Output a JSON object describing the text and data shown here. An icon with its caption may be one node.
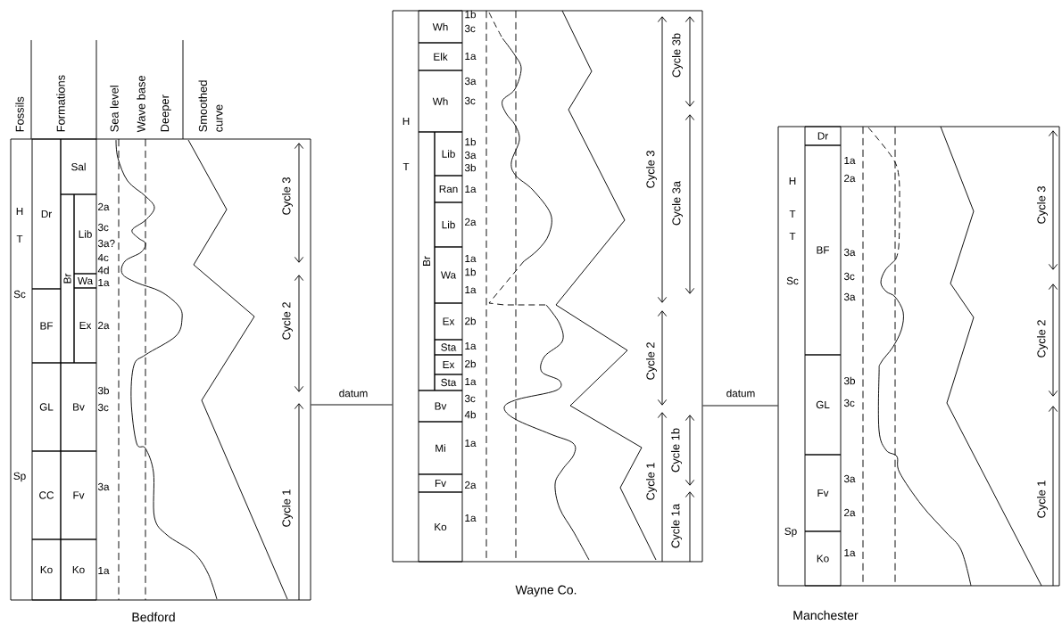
{
  "diagram": {
    "nodes": [
      {
        "text": [
          "Bedford"
        ]
      },
      {
        "text": [
          "Dr"
        ],
        "in": 0
      },
      {
        "text": [
          "Sal"
        ],
        "in": 0
      },
      {
        "text": [
          "Br"
        ],
        "in": 0
      },
      {
        "text": [
          "Lib"
        ],
        "in": 0
      },
      {
        "text": [
          "Wa"
        ],
        "in": 0
      },
      {
        "text": [
          "Ex"
        ],
        "in": 0
      },
      {
        "text": [
          "BF"
        ],
        "in": 0
      },
      {
        "text": [
          "GL"
        ],
        "in": 0
      },
      {
        "text": [
          "Bv"
        ],
        "in": 0
      },
      {
        "text": [
          "CC"
        ],
        "in": 0
      },
      {
        "text": [
          "Fv"
        ],
        "in": 0
      },
      {
        "text": [
          "Ko"
        ],
        "in": 0
      },
      {
        "text": [
          "Ko"
        ],
        "in": 0
      },
      {
        "text": [
          "Wayne Co."
        ]
      },
      {
        "text": [
          "Wh"
        ],
        "in": 14
      },
      {
        "text": [
          "Elk"
        ],
        "in": 14
      },
      {
        "text": [
          "Wh"
        ],
        "in": 14
      },
      {
        "text": [
          "Br"
        ],
        "in": 14
      },
      {
        "text": [
          "Lib"
        ],
        "in": 14
      },
      {
        "text": [
          "Ran"
        ],
        "in": 14
      },
      {
        "text": [
          "Lib"
        ],
        "in": 14
      },
      {
        "text": [
          "Wa"
        ],
        "in": 14
      },
      {
        "text": [
          "Ex"
        ],
        "in": 14
      },
      {
        "text": [
          "Sta"
        ],
        "in": 14
      },
      {
        "text": [
          "Ex"
        ],
        "in": 14
      },
      {
        "text": [
          "Sta"
        ],
        "in": 14
      },
      {
        "text": [
          "Bv"
        ],
        "in": 14
      },
      {
        "text": [
          "Mi"
        ],
        "in": 14
      },
      {
        "text": [
          "Fv"
        ],
        "in": 14
      },
      {
        "text": [
          "Ko"
        ],
        "in": 14
      },
      {
        "text": [
          "Manchester"
        ]
      },
      {
        "text": [
          "Dr"
        ],
        "in": 31
      },
      {
        "text": [
          "BF"
        ],
        "in": 31
      },
      {
        "text": [
          "GL"
        ],
        "in": 31
      },
      {
        "text": [
          "Fv"
        ],
        "in": 31
      },
      {
        "text": [
          "Ko"
        ],
        "in": 31
      }
    ],
    "edges": [
      {
        "from": 0,
        "to": 14,
        "arrow": "none",
        "label": "datum"
      },
      {
        "from": 14,
        "to": 31,
        "arrow": "none",
        "label": "datum"
      }
    ],
    "labels": [
      "Fossils",
      "Formations",
      "Sea level",
      "Wave base",
      "Deeper",
      "Smoothed curve",
      "H",
      "T",
      "Sc",
      "Sp",
      "2a",
      "3c",
      "3a?",
      "4c",
      "4d",
      "1a",
      "2a",
      "3b",
      "3c",
      "3a",
      "1a",
      "Cycle 3",
      "Cycle 2",
      "Cycle 1",
      "H",
      "T",
      "1b",
      "3c",
      "1a",
      "3a",
      "3c",
      "1b",
      "3a",
      "3b",
      "1a",
      "2a",
      "1a",
      "1b",
      "1a",
      "2b",
      "1a",
      "2b",
      "1a",
      "3c",
      "4b",
      "1a",
      "2a",
      "1a",
      "Cycle 3",
      "Cycle 2",
      "Cycle 1",
      "Cycle 3b",
      "Cycle 3a",
      "Cycle 1b",
      "Cycle 1a",
      "H",
      "T",
      "T",
      "Sc",
      "Sp",
      "1a",
      "2a",
      "3a",
      "3c",
      "3a",
      "3b",
      "3c",
      "3a",
      "2a",
      "1a",
      "Cycle 3",
      "Cycle 2",
      "Cycle 1"
    ]
  }
}
